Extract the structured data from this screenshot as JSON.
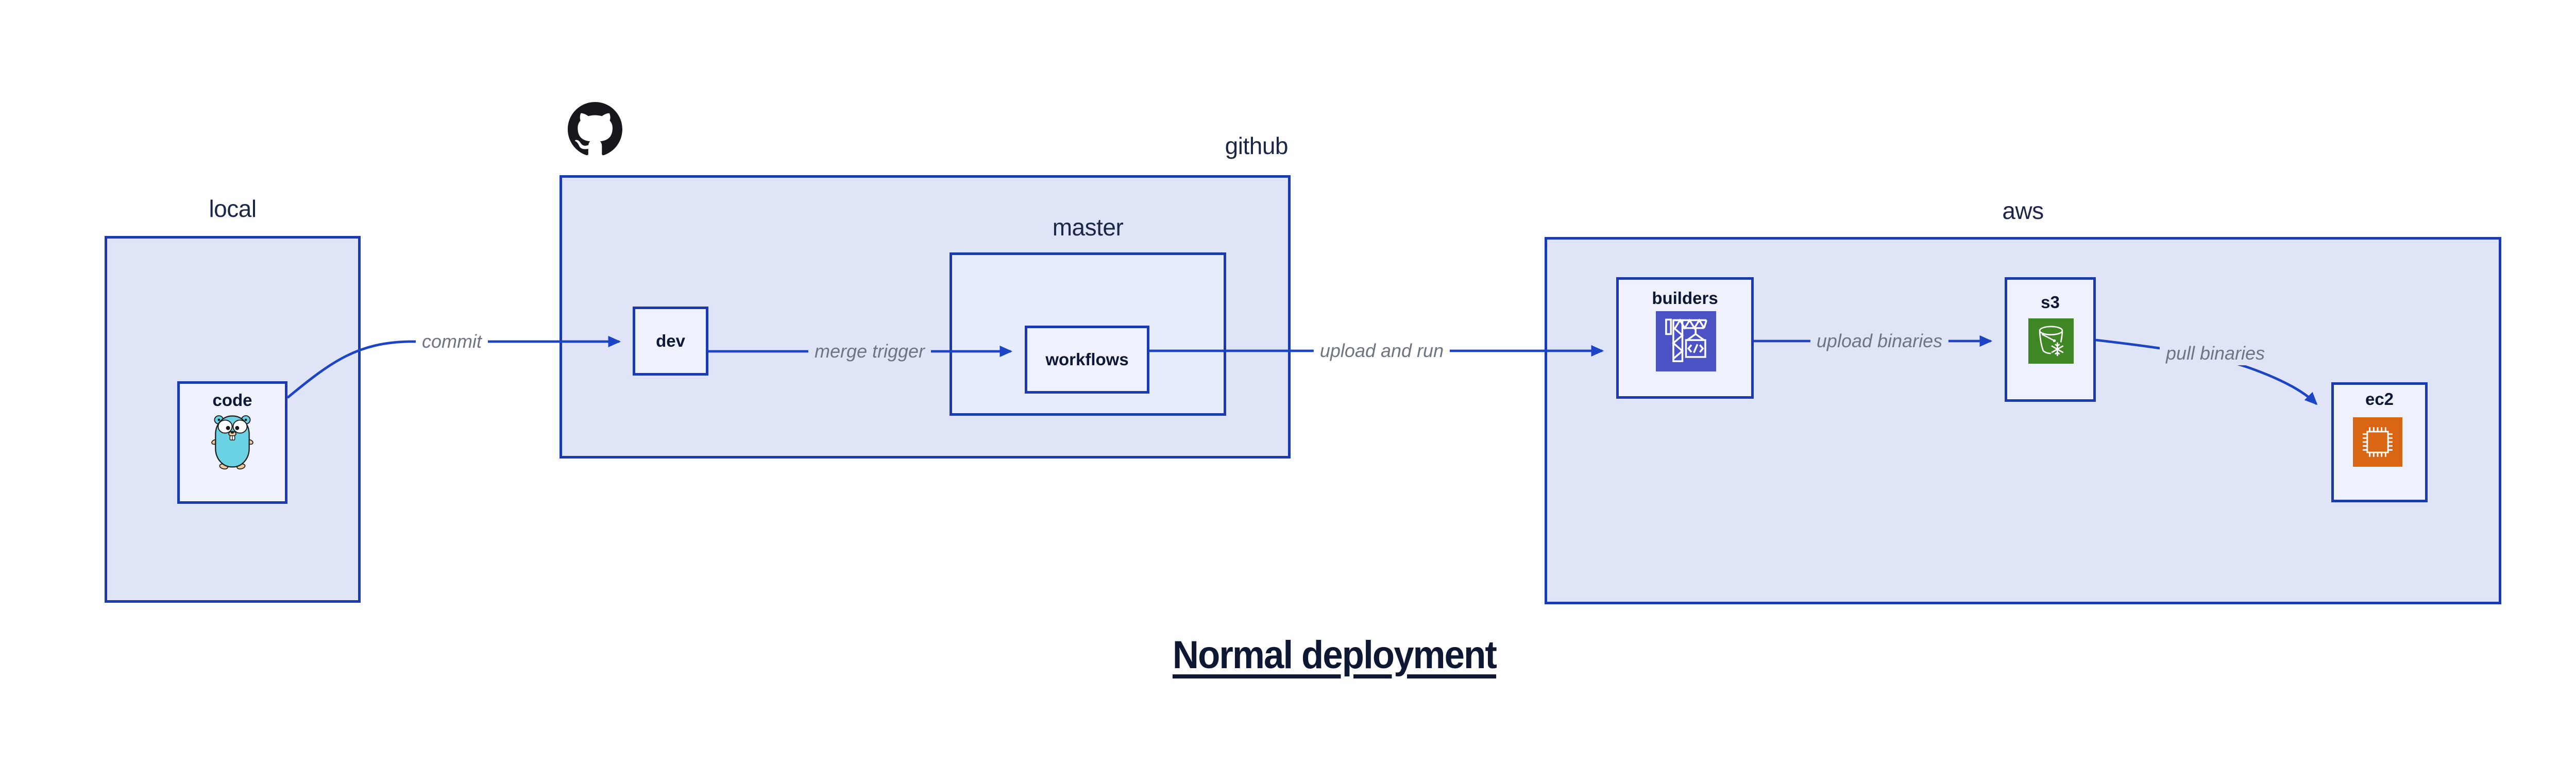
{
  "title": {
    "text": "Normal deployment"
  },
  "colors": {
    "box-border": "#1a3ab4",
    "arrow": "#1c44c4",
    "group-fill": "#dfe5f7",
    "subgroup-fill": "#e7ecfa",
    "node-fill": "#eff2fc",
    "label-dark": "#1c2747",
    "node-label": "#0d1736",
    "edge-label": "#6e7480",
    "title-color": "#0e1832",
    "github-black": "#17181d",
    "gopher-teal": "#6ad2e2",
    "gopher-tan": "#ecc9a0",
    "codebuild-purple": "#4b53c4",
    "s3-green": "#3f8624",
    "ec2-orange": "#d86613"
  },
  "groups": {
    "local": {
      "label": "local"
    },
    "github": {
      "label": "github",
      "logo": "github-octocat-icon"
    },
    "master": {
      "label": "master"
    },
    "aws": {
      "label": "aws"
    }
  },
  "nodes": {
    "code": {
      "label": "code",
      "icon": "go-gopher-icon"
    },
    "dev": {
      "label": "dev"
    },
    "workflows": {
      "label": "workflows"
    },
    "builders": {
      "label": "builders",
      "icon": "codebuild-crane-icon"
    },
    "s3": {
      "label": "s3",
      "icon": "s3-glacier-bucket-icon"
    },
    "ec2": {
      "label": "ec2",
      "icon": "ec2-chip-icon"
    }
  },
  "edges": [
    {
      "from": "code",
      "to": "dev",
      "label": "commit"
    },
    {
      "from": "dev",
      "to": "workflows",
      "label": "merge trigger"
    },
    {
      "from": "workflows",
      "to": "builders",
      "label": "upload and run"
    },
    {
      "from": "builders",
      "to": "s3",
      "label": "upload binaries"
    },
    {
      "from": "s3",
      "to": "ec2",
      "label": "pull binaries"
    }
  ]
}
